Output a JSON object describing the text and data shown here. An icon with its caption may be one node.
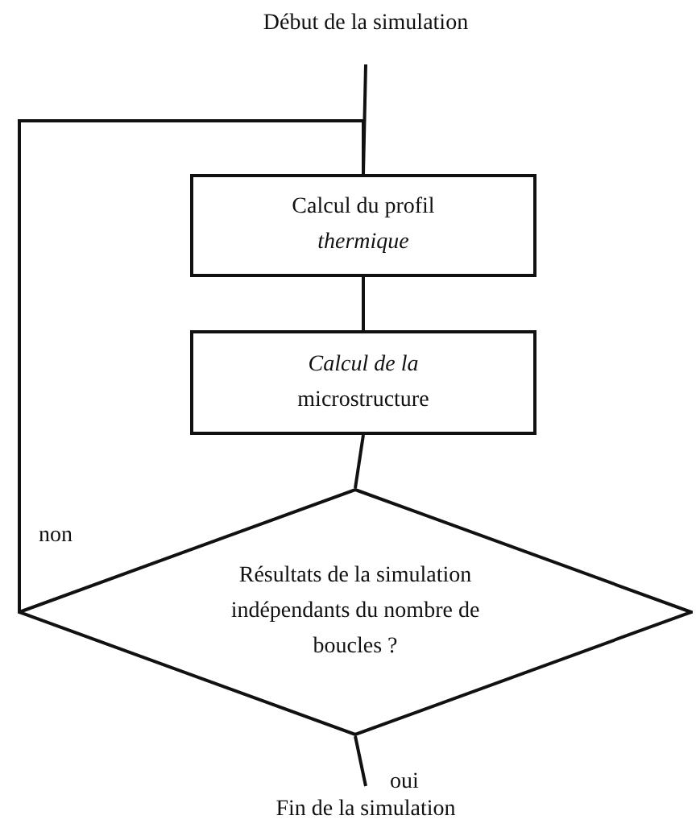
{
  "diagram": {
    "nodes": [
      {
        "text": [
          "Début de la simulation"
        ]
      },
      {
        "text": [
          "Calcul du profil *thermique*"
        ]
      },
      {
        "text": [
          "*Calcul de la* microstructure"
        ]
      },
      {
        "text": [
          "Résultats de la simulation indépendants du nombre de boucles ?"
        ]
      },
      {
        "text": [
          "Fin de la simulation"
        ]
      }
    ],
    "edges": [
      {
        "from": 0,
        "to": 1,
        "arrow": "none"
      },
      {
        "from": 1,
        "to": 2,
        "arrow": "none"
      },
      {
        "from": 2,
        "to": 3,
        "arrow": "none"
      },
      {
        "from": 3,
        "to": 1,
        "arrow": "none",
        "label": "non"
      },
      {
        "from": 3,
        "to": 4,
        "arrow": "none",
        "label": "oui"
      }
    ]
  }
}
